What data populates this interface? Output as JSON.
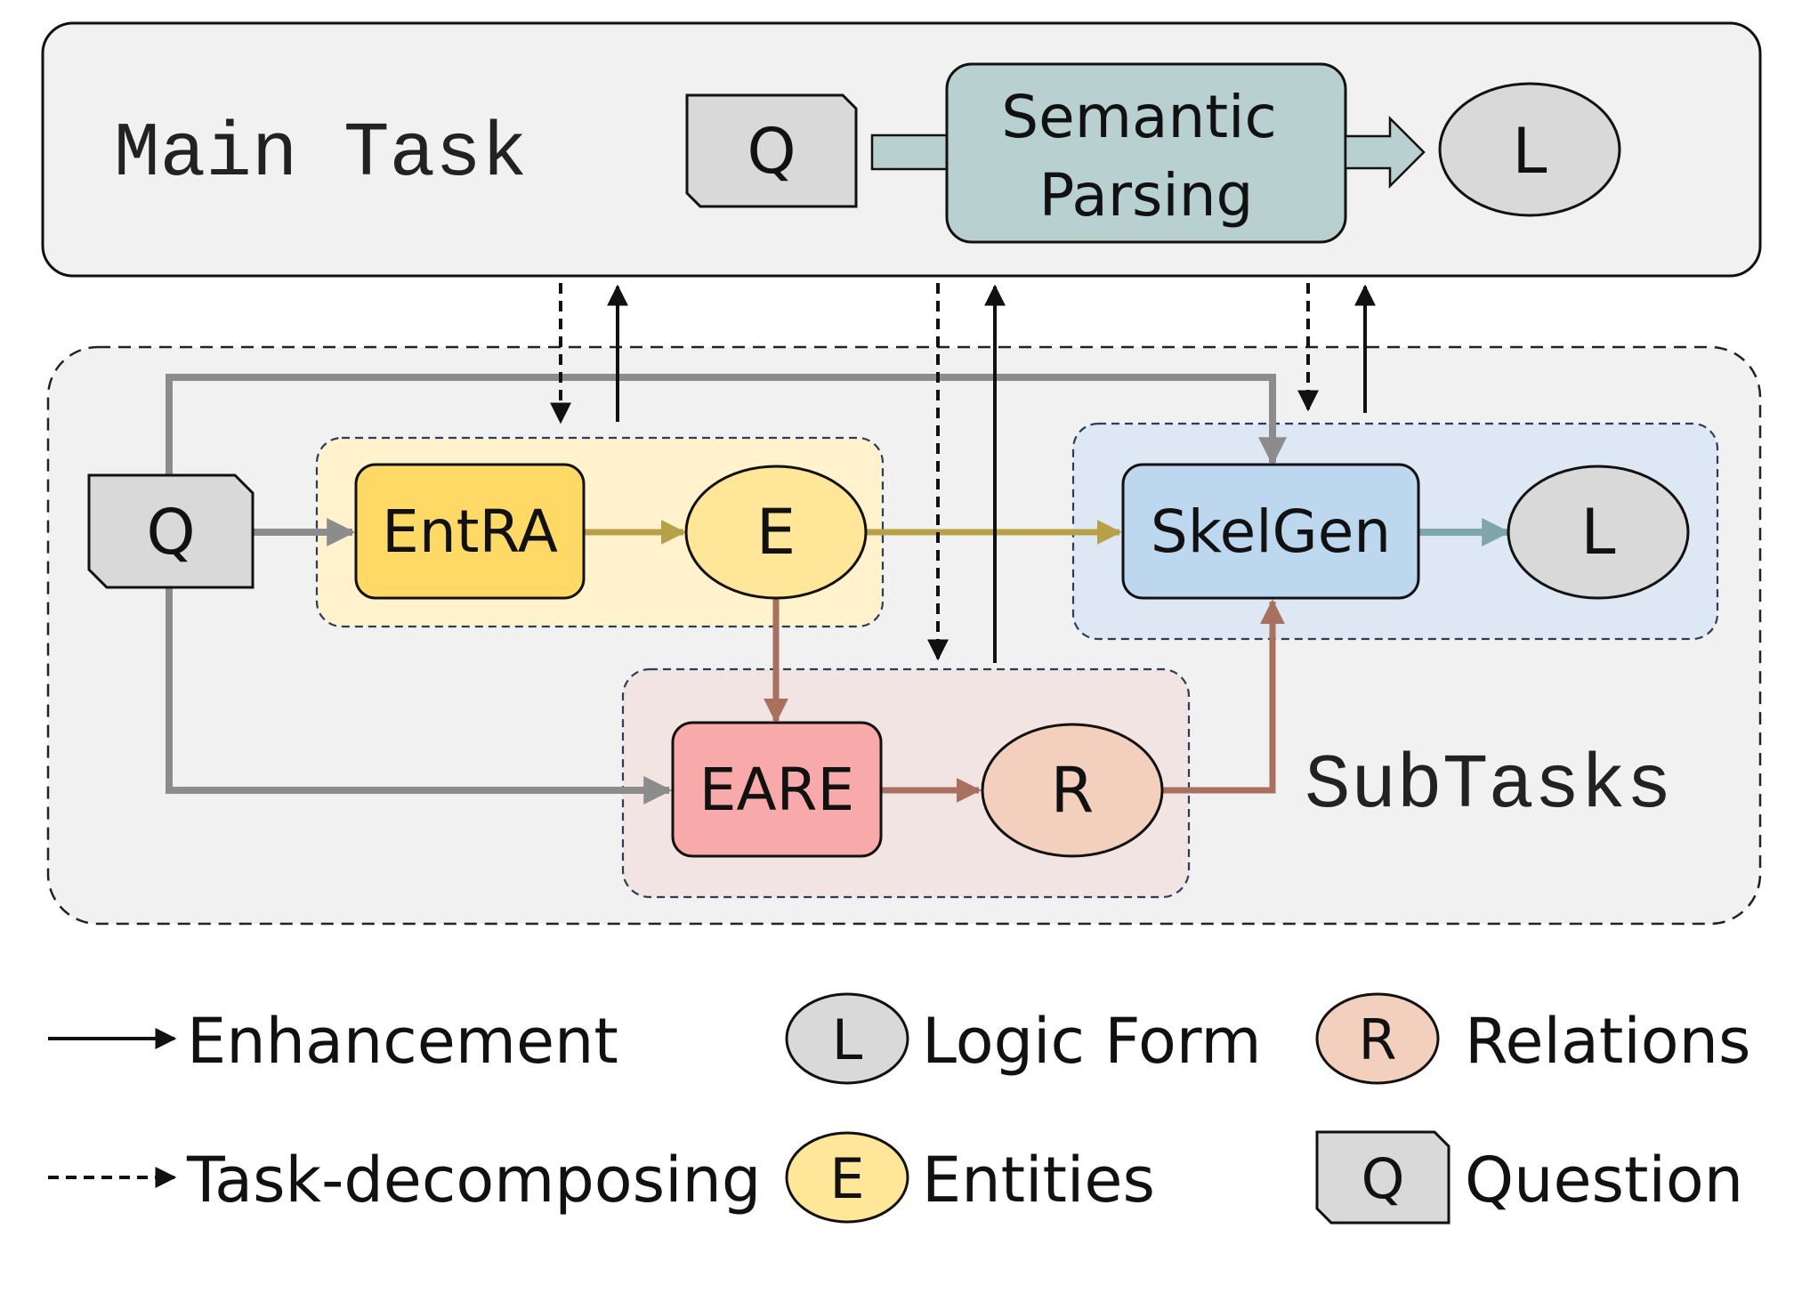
{
  "main_task": {
    "title": "Main Task",
    "question": "Q",
    "parser_line1": "Semantic",
    "parser_line2": "Parsing",
    "logic_form": "L"
  },
  "subtasks": {
    "title": "SubTasks",
    "question": "Q",
    "entra": "EntRA",
    "entities": "E",
    "eare": "EARE",
    "relations": "R",
    "skelgen": "SkelGen",
    "logic_form": "L"
  },
  "legend": {
    "enhancement": "Enhancement",
    "task_decomposing": "Task-decomposing",
    "logic_form_symbol": "L",
    "logic_form_label": "Logic Form",
    "entities_symbol": "E",
    "entities_label": "Entities",
    "relations_symbol": "R",
    "relations_label": "Relations",
    "question_symbol": "Q",
    "question_label": "Question"
  },
  "colors": {
    "panel_bg": "#f1f1f1",
    "question_fill": "#d9d9d9",
    "semantic_parsing_fill": "#b9d0d1",
    "entra_fill": "#ffd966",
    "entities_fill": "#ffe699",
    "entities_group_fill": "#fff2cc",
    "eare_fill": "#f8a9a9",
    "relations_fill": "#f3d0be",
    "eare_group_fill": "#f2e4e2",
    "skelgen_fill": "#bdd7ee",
    "skelgen_group_fill": "#dde8f4",
    "logic_form_fill": "#d9d9d9",
    "gray_arrow": "#8c8c8c",
    "olive_arrow": "#b8a048",
    "brown_arrow": "#a8705e",
    "teal_arrow": "#7fa6a9"
  }
}
